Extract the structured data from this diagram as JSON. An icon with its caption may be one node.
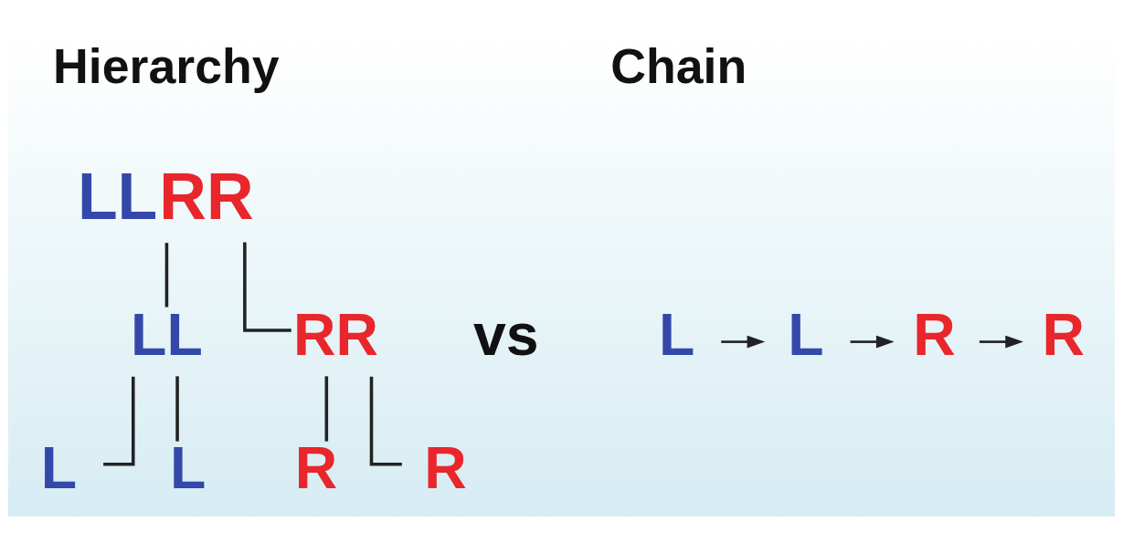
{
  "diagram": {
    "nodes": [
      {
        "text": [
          "LLRR"
        ]
      },
      {
        "text": [
          "LL"
        ]
      },
      {
        "text": [
          "RR"
        ]
      },
      {
        "text": [
          "L"
        ]
      },
      {
        "text": [
          "L"
        ]
      },
      {
        "text": [
          "R"
        ]
      },
      {
        "text": [
          "R"
        ]
      },
      {
        "text": [
          "L"
        ]
      },
      {
        "text": [
          "L"
        ]
      },
      {
        "text": [
          "R"
        ]
      },
      {
        "text": [
          "R"
        ]
      }
    ],
    "edges": [
      {
        "from": 0,
        "to": 1,
        "arrow": "none"
      },
      {
        "from": 0,
        "to": 2,
        "arrow": "none"
      },
      {
        "from": 1,
        "to": 3,
        "arrow": "none"
      },
      {
        "from": 1,
        "to": 4,
        "arrow": "none"
      },
      {
        "from": 2,
        "to": 5,
        "arrow": "none"
      },
      {
        "from": 2,
        "to": 6,
        "arrow": "none"
      },
      {
        "from": 7,
        "to": 8,
        "arrow": "to"
      },
      {
        "from": 8,
        "to": 9,
        "arrow": "to"
      },
      {
        "from": 9,
        "to": 10,
        "arrow": "to"
      }
    ],
    "labels": [
      "Hierarchy",
      "Chain",
      "vs"
    ]
  }
}
